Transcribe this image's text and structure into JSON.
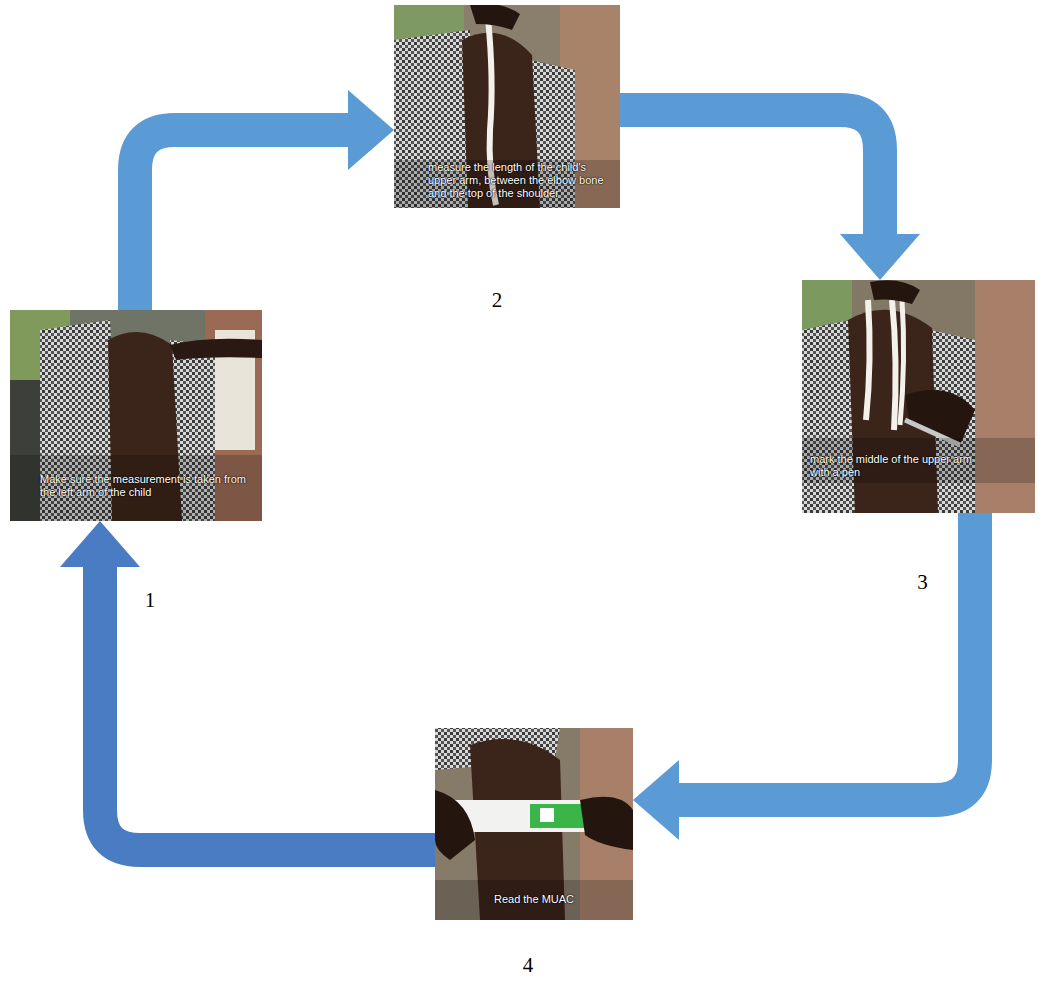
{
  "diagram": {
    "nodes": [
      {
        "text": [
          "Make sure the measurement is taken from the left arm of the child",
          "1"
        ]
      },
      {
        "text": [
          "measure the length of the child's upper arm, between the elbow bone and the top of the shoulder",
          "2"
        ]
      },
      {
        "text": [
          "mark the middle of the upper arm with a pen",
          "3"
        ]
      },
      {
        "text": [
          "Read the MUAC",
          "4"
        ]
      }
    ],
    "edges": [
      {
        "from": 0,
        "to": 1,
        "arrow": "to"
      },
      {
        "from": 1,
        "to": 2,
        "arrow": "to"
      },
      {
        "from": 2,
        "to": 3,
        "arrow": "to"
      },
      {
        "from": 3,
        "to": 0,
        "arrow": "to"
      }
    ]
  }
}
